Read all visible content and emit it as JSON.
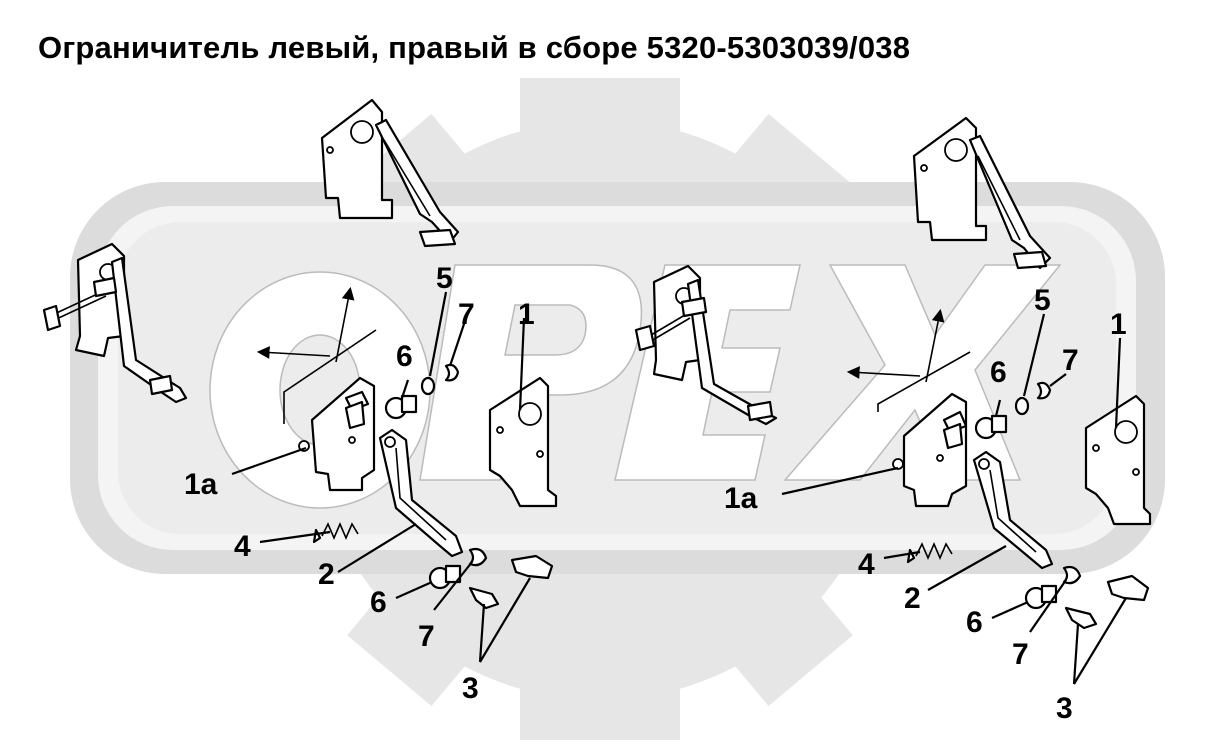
{
  "title": "Ограничитель левый, правый в сборе 5320-5303039/038",
  "watermark": {
    "text": "ОРЕХ",
    "gear_color": "#e6e6e6",
    "frame_color": "#dcdcdc",
    "fill_color": "#ececec"
  },
  "callouts": {
    "left": {
      "c1": "1",
      "c1a": "1а",
      "c2": "2",
      "c3": "3",
      "c4": "4",
      "c5": "5",
      "c6a": "6",
      "c6b": "6",
      "c7a": "7",
      "c7b": "7"
    },
    "right": {
      "c1": "1",
      "c1a": "1а",
      "c2": "2",
      "c3": "3",
      "c4": "4",
      "c5": "5",
      "c6a": "6",
      "c6b": "6",
      "c7a": "7",
      "c7b": "7"
    }
  }
}
